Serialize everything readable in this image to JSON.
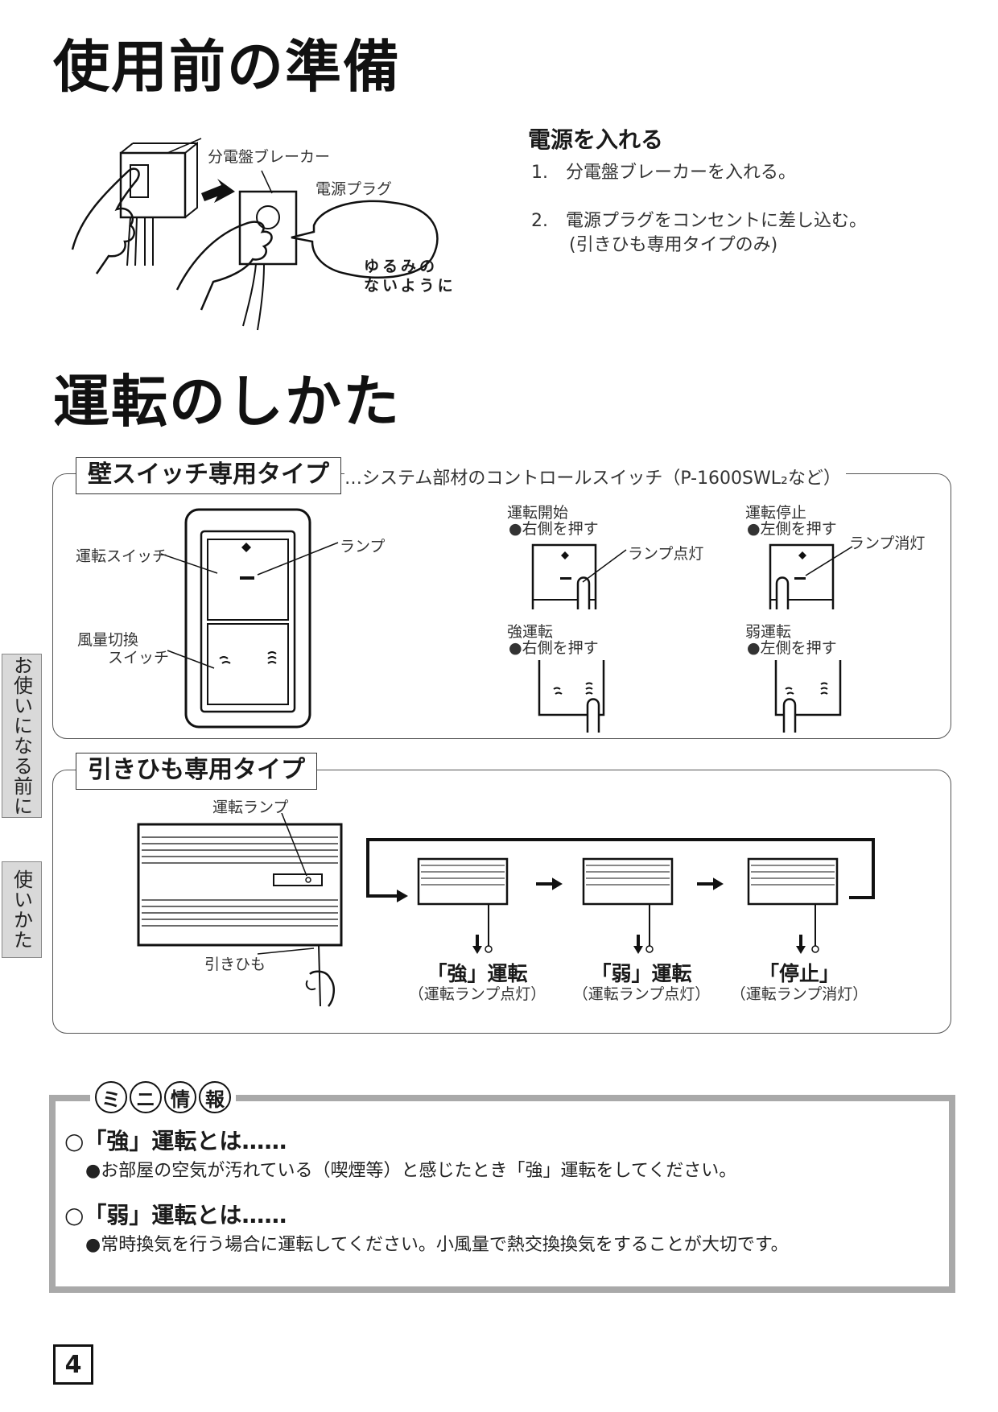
{
  "prep": {
    "title": "使用前の準備",
    "label_breaker": "分電盤ブレーカー",
    "label_plug": "電源プラグ",
    "bubble_line1": "ゆるみの",
    "bubble_line2": "ないように",
    "power_heading": "電源を入れる",
    "step1": "1.　分電盤ブレーカーを入れる。",
    "step2": "2.　電源プラグをコンセントに差し込む。",
    "step2_note": "(引きひも専用タイプのみ)"
  },
  "operation": {
    "title": "運転のしかた",
    "wall": {
      "title": "壁スイッチ専用タイプ",
      "subtitle": "…システム部材のコントロールスイッチ（P-1600SWL₂など）",
      "label_run_switch": "運転スイッチ",
      "label_lamp": "ランプ",
      "label_airflow_1": "風量切換",
      "label_airflow_2": "スイッチ",
      "start_title": "運転開始",
      "start_action": "●右側を押す",
      "lamp_on": "ランプ点灯",
      "stop_title": "運転停止",
      "stop_action": "●左側を押す",
      "lamp_off": "ランプ消灯",
      "strong_title": "強運転",
      "strong_action": "●右側を押す",
      "weak_title": "弱運転",
      "weak_action": "●左側を押す"
    },
    "cord": {
      "title": "引きひも専用タイプ",
      "label_lamp": "運転ランプ",
      "label_cord": "引きひも",
      "stages": [
        {
          "main": "「強」運転",
          "sub": "（運転ランプ点灯）"
        },
        {
          "main": "「弱」運転",
          "sub": "（運転ランプ点灯）"
        },
        {
          "main": "「停止」",
          "sub": "（運転ランプ消灯）"
        }
      ]
    }
  },
  "mini_info": {
    "badge": [
      "ミ",
      "ニ",
      "情",
      "報"
    ],
    "q1": "○「強」運転とは……",
    "a1": "●お部屋の空気が汚れている（喫煙等）と感じたとき「強」運転をしてください。",
    "q2": "○「弱」運転とは……",
    "a2": "●常時換気を行う場合に運転してください。小風量で熱交換換気をすることが大切です。"
  },
  "side_tabs": [
    "お使いになる前に",
    "使いかた"
  ],
  "page_number": "4"
}
